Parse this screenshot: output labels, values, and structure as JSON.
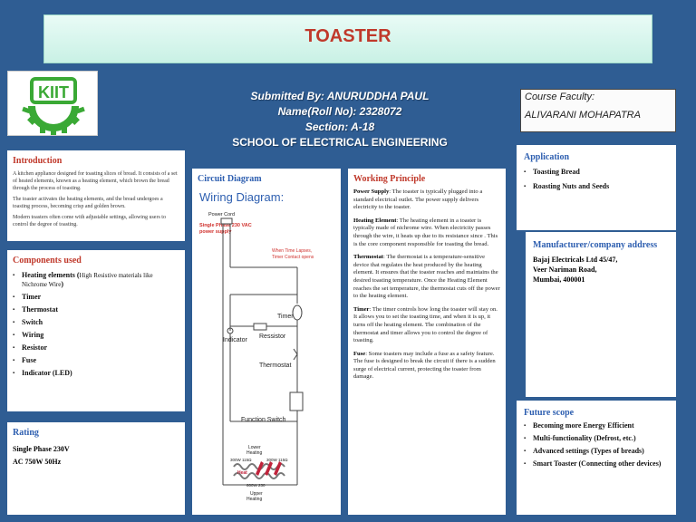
{
  "title": "TOASTER",
  "header": {
    "submitted_by": "Submitted By: ANURUDDHA PAUL",
    "roll": "Name(Roll No): 2328072",
    "section": "Section: A-18",
    "school": "SCHOOL OF ELECTRICAL ENGINEERING"
  },
  "faculty": {
    "label": "Course Faculty:",
    "name": "ALIVARANI MOHAPATRA"
  },
  "introduction": {
    "title": "Introduction",
    "paragraphs": [
      "A kitchen appliance designed for toasting slices of bread. It consists of a set of heated elements, known as a heating element, which brown the bread through the process of toasting.",
      "The toaster activates the heating elements, and the bread undergoes a toasting process, becoming crisp and golden brown.",
      "Modern toasters often come with adjustable settings, allowing users to control the degree of toasting."
    ]
  },
  "components": {
    "title": "Components used",
    "first": "Heating elements (",
    "first_note": "High Resistive materials like Nichrome Wire",
    "first_close": ")",
    "items": [
      "Timer",
      "Thermostat",
      "Switch",
      "Wiring",
      "Resistor",
      "Fuse",
      "Indicator (LED)"
    ]
  },
  "rating": {
    "title": "Rating",
    "line1": "Single Phase 230V",
    "line2": "AC  750W 50Hz"
  },
  "circuit": {
    "title": "Circuit Diagram",
    "heading": "Wiring Diagram:",
    "power_cord": "Power Cord",
    "supply": "Single Phase 230 VAC power supply",
    "time_note": "When Time Lapses, Timer Contact opens",
    "timer": "Timer",
    "indicator": "Indicator",
    "resistor": "Ressistor",
    "thermostat": "Thermostat",
    "function_switch": "Function Switch",
    "lower": "Lower Heating",
    "w1": "300W 115Ω",
    "w2": "300W 115Ω",
    "heat": "Heat",
    "w3": "600W 230",
    "upper": "Upper Heating"
  },
  "working": {
    "title": "Working Principle",
    "items": [
      {
        "term": "Power Supply",
        "text": ": The toaster is typically plugged into a standard electrical outlet. The power supply delivers electricity to the toaster."
      },
      {
        "term": "Heating Element",
        "text": ": The heating element in a toaster is typically made of nichrome wire. When electricity passes through the wire, it heats up due to its resistance since . This is the  core component responsible for toasting the  bread."
      },
      {
        "term": "Thermostat",
        "text": ": The thermostat is a temperature-sensitive device that regulates the heat produced by the heating element. It ensures  that the toaster reaches and maintains the desired  toasting temperature. Once the Heating Element  reaches the set temperature, the thermostat cuts  off the power to the heating element."
      },
      {
        "term": "Timer",
        "text": ": The timer controls how long the toaster  will stay on. It allows you to set the toasting time, and when it is up, it turns off the  heating element. The combination of the  thermostat and timer allows you to control the  degree of toasting."
      },
      {
        "term": "Fuse",
        "text": ": Some toasters may include a fuse as a safety feature. The fuse is designed to break the  circuit if there is a sudden surge of electrical  current, protecting the toaster from damage."
      }
    ]
  },
  "application": {
    "title": "Application",
    "items": [
      "Toasting Bread",
      "Roasting Nuts and Seeds"
    ]
  },
  "manufacturer": {
    "title": "Manufacturer/company address",
    "lines": [
      "Bajaj Electricals Ltd 45/47,",
      "Veer Nariman  Road,",
      "Mumbai, 400001"
    ]
  },
  "future": {
    "title": "Future scope",
    "items": [
      "Becoming more Energy Efficient",
      "Multi-functionality (Defrost, etc.)",
      "Advanced settings (Types of breads)",
      "Smart Toaster (Connecting other devices)"
    ]
  },
  "logo": {
    "text": "KIIT"
  },
  "colors": {
    "background": "#2f5d93",
    "title_bar": "#d8f7ee",
    "title_text": "#c0392b",
    "section_red": "#c0392b",
    "section_blue": "#2e5fb0",
    "logo_green": "#3aa935"
  }
}
